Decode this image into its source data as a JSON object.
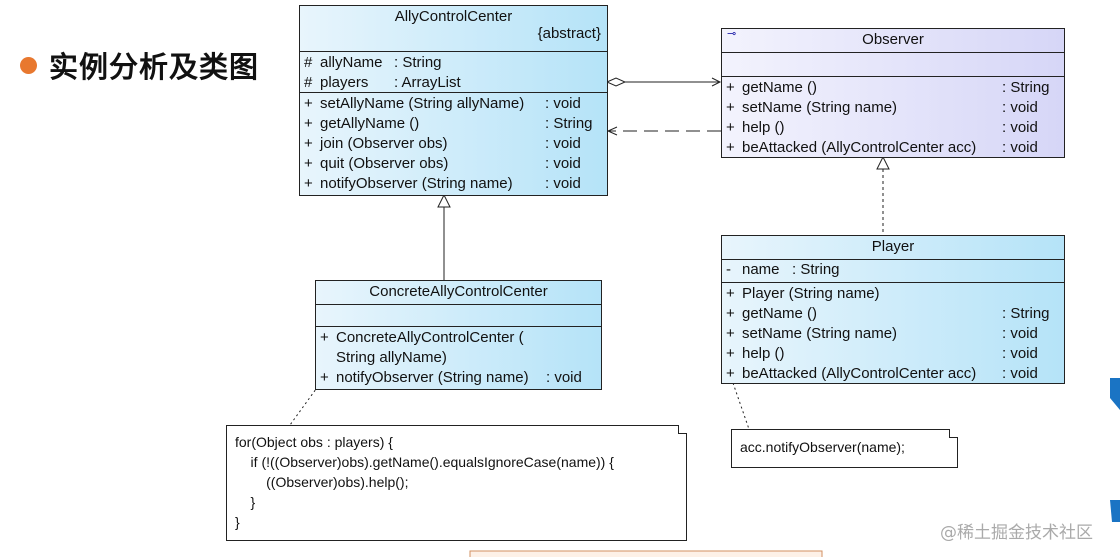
{
  "heading": "实例分析及类图",
  "ally": {
    "name": "AllyControlCenter",
    "stereo": "{abstract}",
    "attrs": [
      {
        "v": "#",
        "n": "allyName",
        "t": ": String"
      },
      {
        "v": "#",
        "n": "players",
        "t": ": ArrayList"
      }
    ],
    "ops": [
      {
        "v": "+",
        "n": "setAllyName (String allyName)",
        "t": ": void"
      },
      {
        "v": "+",
        "n": "getAllyName ()",
        "t": ": String"
      },
      {
        "v": "+",
        "n": "join (Observer obs)",
        "t": ": void"
      },
      {
        "v": "+",
        "n": "quit (Observer obs)",
        "t": ": void"
      },
      {
        "v": "+",
        "n": "notifyObserver (String name)",
        "t": ": void"
      }
    ]
  },
  "observer": {
    "name": "Observer",
    "ops": [
      {
        "v": "+",
        "n": "getName ()",
        "t": ": String"
      },
      {
        "v": "+",
        "n": "setName (String name)",
        "t": ": void"
      },
      {
        "v": "+",
        "n": "help ()",
        "t": ": void"
      },
      {
        "v": "+",
        "n": "beAttacked (AllyControlCenter acc)",
        "t": ": void"
      }
    ]
  },
  "player": {
    "name": "Player",
    "attrs": [
      {
        "v": "-",
        "n": "name",
        "t": ": String"
      }
    ],
    "ops": [
      {
        "v": "+",
        "n": "Player (String name)",
        "t": ""
      },
      {
        "v": "+",
        "n": "getName ()",
        "t": ": String"
      },
      {
        "v": "+",
        "n": "setName (String name)",
        "t": ": void"
      },
      {
        "v": "+",
        "n": "help ()",
        "t": ": void"
      },
      {
        "v": "+",
        "n": "beAttacked (AllyControlCenter acc)",
        "t": ": void"
      }
    ]
  },
  "concrete": {
    "name": "ConcreteAllyControlCenter",
    "ops": [
      {
        "v": "+",
        "n": "ConcreteAllyControlCenter (",
        "t": ""
      },
      {
        "v": "",
        "n": "String allyName)",
        "t": ""
      },
      {
        "v": "+",
        "n": "notifyObserver (String name)",
        "t": ": void"
      }
    ]
  },
  "note1": "for(Object obs : players) {\n    if (!((Observer)obs).getName().equalsIgnoreCase(name)) {\n        ((Observer)obs).help();\n    }\n}",
  "note2": "acc.notifyObserver(name);",
  "watermark": "@稀土掘金技术社区"
}
